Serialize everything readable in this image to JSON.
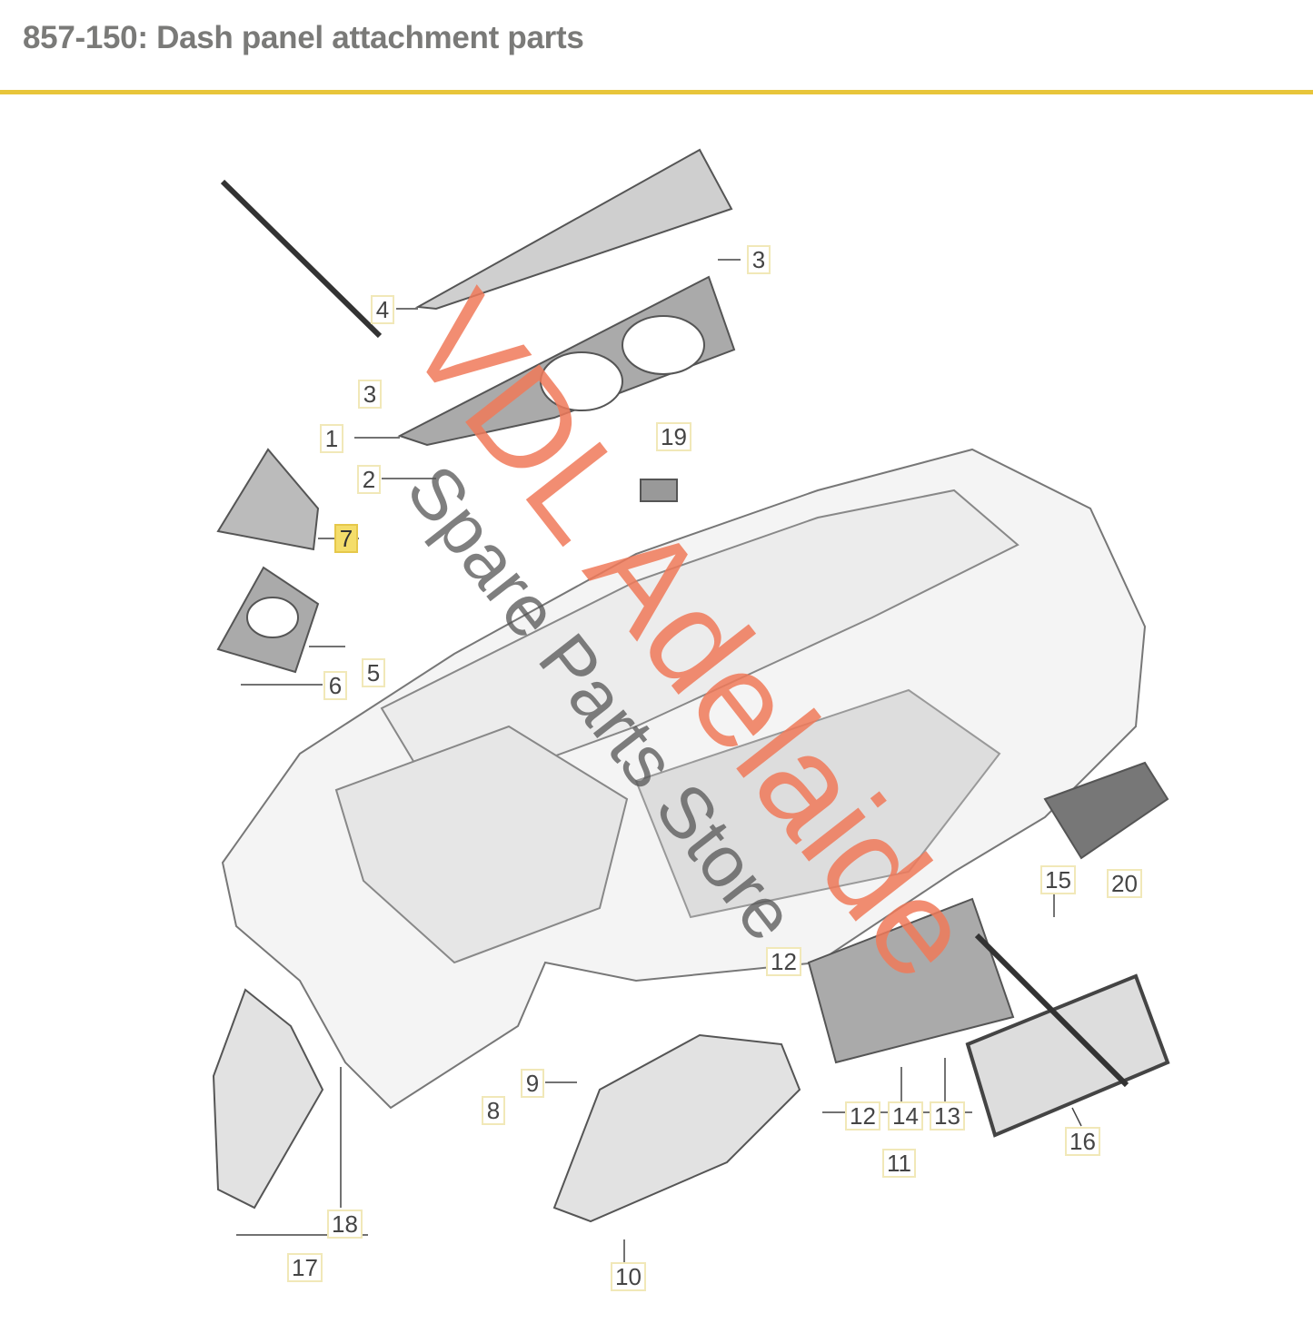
{
  "header": {
    "title": "857-150: Dash panel attachment parts"
  },
  "colors": {
    "accent": "#e8c53a",
    "highlight": "#f4dd6a",
    "watermark_primary": "#f07a5a",
    "watermark_secondary": "#555555"
  },
  "callouts": [
    {
      "num": "3"
    },
    {
      "num": "4"
    },
    {
      "num": "3"
    },
    {
      "num": "1"
    },
    {
      "num": "2"
    },
    {
      "num": "7",
      "highlighted": true
    },
    {
      "num": "19"
    },
    {
      "num": "5"
    },
    {
      "num": "6"
    },
    {
      "num": "15"
    },
    {
      "num": "20"
    },
    {
      "num": "12"
    },
    {
      "num": "12"
    },
    {
      "num": "14"
    },
    {
      "num": "13"
    },
    {
      "num": "11"
    },
    {
      "num": "16"
    },
    {
      "num": "9"
    },
    {
      "num": "8"
    },
    {
      "num": "18"
    },
    {
      "num": "17"
    },
    {
      "num": "10"
    }
  ],
  "watermark": {
    "line1": "VDL Adelaide",
    "line2": "Spare Parts Store"
  }
}
